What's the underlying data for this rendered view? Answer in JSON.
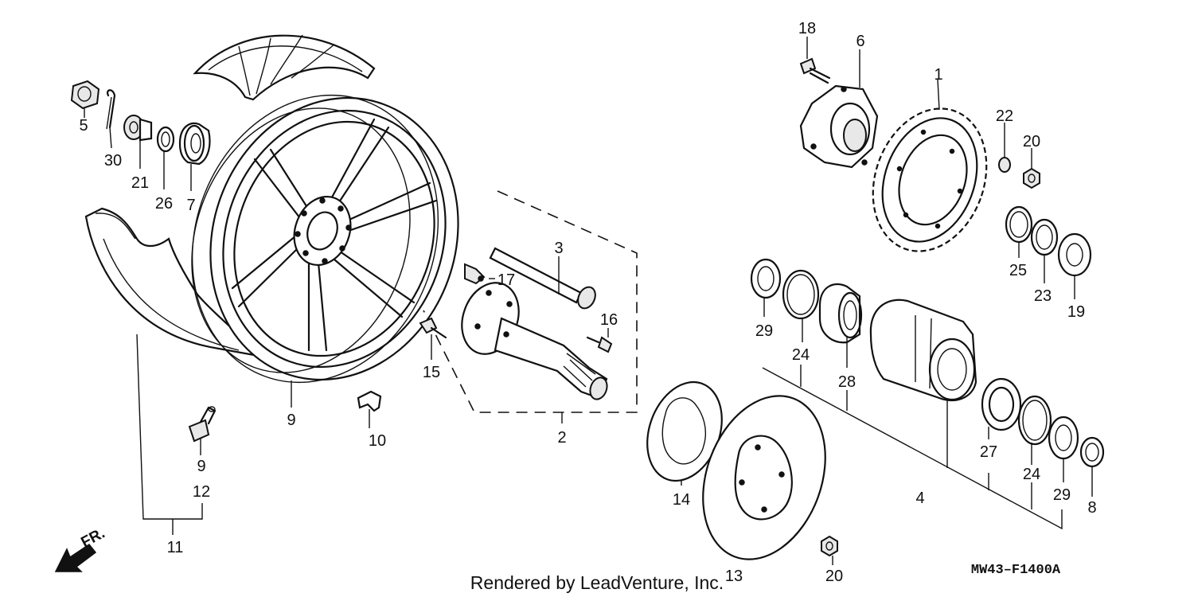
{
  "callouts": [
    {
      "id": "c1",
      "label": "1"
    },
    {
      "id": "c2",
      "label": "2"
    },
    {
      "id": "c3",
      "label": "3"
    },
    {
      "id": "c4",
      "label": "4"
    },
    {
      "id": "c5",
      "label": "5"
    },
    {
      "id": "c6",
      "label": "6"
    },
    {
      "id": "c7",
      "label": "7"
    },
    {
      "id": "c8",
      "label": "8"
    },
    {
      "id": "c9a",
      "label": "9"
    },
    {
      "id": "c9b",
      "label": "9"
    },
    {
      "id": "c10",
      "label": "10"
    },
    {
      "id": "c11",
      "label": "11"
    },
    {
      "id": "c12",
      "label": "12"
    },
    {
      "id": "c13",
      "label": "13"
    },
    {
      "id": "c14",
      "label": "14"
    },
    {
      "id": "c15",
      "label": "15"
    },
    {
      "id": "c16",
      "label": "16"
    },
    {
      "id": "c17",
      "label": "17"
    },
    {
      "id": "c18",
      "label": "18"
    },
    {
      "id": "c19",
      "label": "19"
    },
    {
      "id": "c20a",
      "label": "20"
    },
    {
      "id": "c20b",
      "label": "20"
    },
    {
      "id": "c21",
      "label": "21"
    },
    {
      "id": "c22",
      "label": "22"
    },
    {
      "id": "c23",
      "label": "23"
    },
    {
      "id": "c24a",
      "label": "24"
    },
    {
      "id": "c24b",
      "label": "24"
    },
    {
      "id": "c25",
      "label": "25"
    },
    {
      "id": "c26",
      "label": "26"
    },
    {
      "id": "c27",
      "label": "27"
    },
    {
      "id": "c28",
      "label": "28"
    },
    {
      "id": "c29a",
      "label": "29"
    },
    {
      "id": "c29b",
      "label": "29"
    },
    {
      "id": "c30",
      "label": "30"
    }
  ],
  "direction_label": "FR.",
  "credit_text": "Rendered by LeadVenture, Inc.",
  "diagram_code": "MW43–F1400A"
}
